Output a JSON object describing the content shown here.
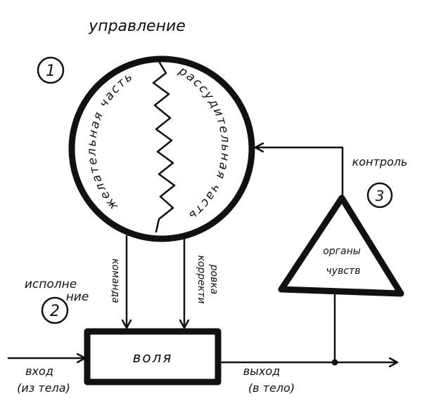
{
  "labels": {
    "top": "управление",
    "num1": "1",
    "num2": "2",
    "num3": "3",
    "desire_part": "желательная часть",
    "reason_part": "рассудительная часть",
    "execution_line1": "исполне",
    "execution_line2": "ние",
    "command": "команда",
    "correction_line1": "корректи",
    "correction_line2": "ровка",
    "control": "контроль",
    "senses_line1": "органы",
    "senses_line2": "чувств",
    "will": "воля",
    "input_line1": "вход",
    "input_line2": "(из тела)",
    "output_line1": "выход",
    "output_line2": "(в тело)"
  },
  "colors": {
    "ink": "#111111",
    "paper": "#ffffff"
  }
}
